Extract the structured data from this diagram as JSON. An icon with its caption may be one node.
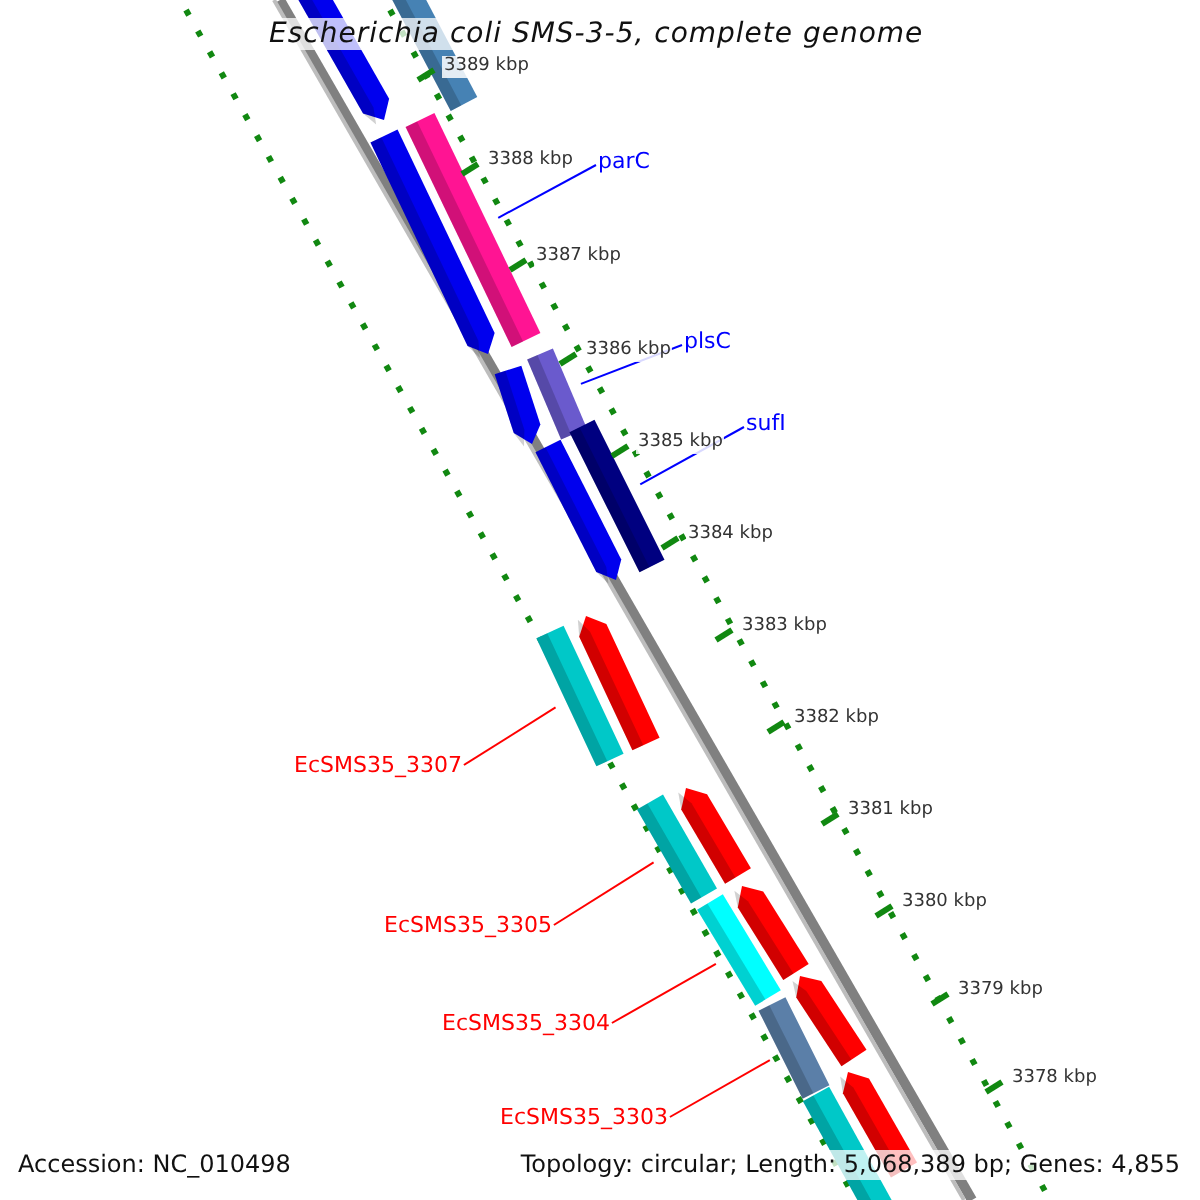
{
  "diagram": {
    "title": "Escherichia coli SMS-3-5, complete genome",
    "nodes": [
      {
        "text": [],
        "shape": "bar"
      },
      {
        "text": [],
        "shape": "bar"
      },
      {
        "text": [],
        "shape": "bar"
      },
      {
        "text": [],
        "shape": "bar"
      },
      {
        "text": [],
        "shape": "bar"
      },
      {
        "text": [],
        "shape": "bar"
      },
      {
        "text": [],
        "shape": "bar"
      },
      {
        "text": [],
        "shape": "bar"
      },
      {
        "text": [],
        "shape": "bar"
      },
      {
        "text": [],
        "shape": "bar"
      },
      {
        "text": [],
        "shape": "bar"
      },
      {
        "text": [],
        "shape": "bar"
      },
      {
        "text": [],
        "shape": "bar"
      },
      {
        "text": [],
        "shape": "bar"
      },
      {
        "text": [],
        "shape": "bar"
      },
      {
        "text": [],
        "shape": "bar"
      },
      {
        "text": [],
        "shape": "bar"
      },
      {
        "text": [],
        "shape": "bar"
      },
      {
        "text": [
          "parC"
        ]
      },
      {
        "text": [
          "plsC"
        ]
      },
      {
        "text": [
          "sufI"
        ]
      },
      {
        "text": [
          "EcSMS35_3307"
        ]
      },
      {
        "text": [
          "EcSMS35_3305"
        ]
      },
      {
        "text": [
          "EcSMS35_3304"
        ]
      },
      {
        "text": [
          "EcSMS35_3303"
        ]
      }
    ],
    "edges": [
      {
        "from": 18,
        "to": 2,
        "arrow": "none",
        "color": "#0000ff"
      },
      {
        "from": 19,
        "to": 4,
        "arrow": "none",
        "color": "#0000ff"
      },
      {
        "from": 20,
        "to": 6,
        "arrow": "none",
        "color": "#0000ff"
      },
      {
        "from": 21,
        "to": 9,
        "arrow": "none"
      },
      {
        "from": 22,
        "to": 11,
        "arrow": "none"
      },
      {
        "from": 23,
        "to": 13,
        "arrow": "none"
      },
      {
        "from": 24,
        "to": 15,
        "arrow": "none"
      }
    ],
    "labels": [
      "3389 kbp",
      "3388 kbp",
      "3387 kbp",
      "3386 kbp",
      "3385 kbp",
      "3384 kbp",
      "3383 kbp",
      "3382 kbp",
      "3381 kbp",
      "3380 kbp",
      "3379 kbp",
      "3378 kbp",
      "Accession: NC_010498",
      "Topology: circular; Length: 5,068,389 bp; Genes: 4,855"
    ]
  }
}
